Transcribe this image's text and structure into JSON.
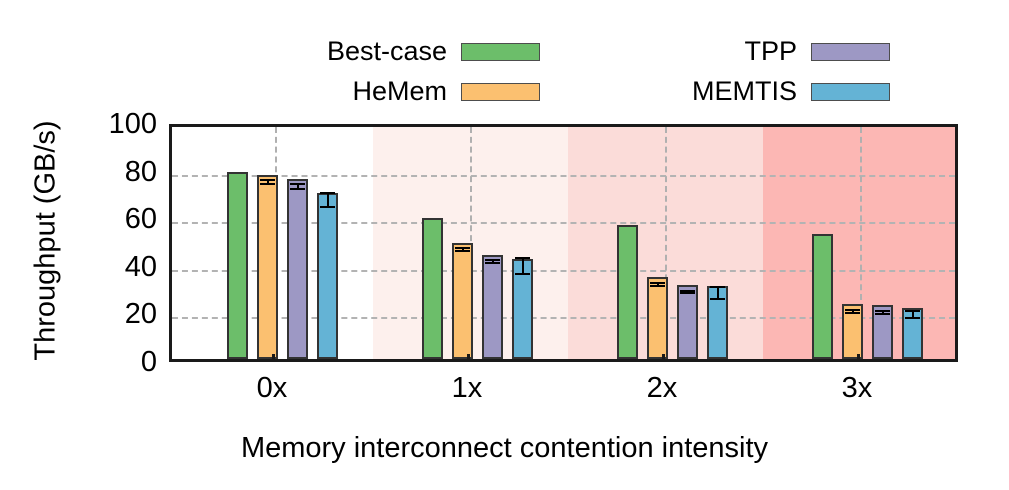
{
  "chart_data": {
    "type": "bar",
    "title": "",
    "xlabel": "Memory interconnect contention intensity",
    "ylabel": "Throughput (GB/s)",
    "categories": [
      "0x",
      "1x",
      "2x",
      "3x"
    ],
    "ylim": [
      0,
      100
    ],
    "yticks": [
      0,
      20,
      40,
      60,
      80,
      100
    ],
    "grid": true,
    "legend_position": "above-plot",
    "series": [
      {
        "name": "Best-case",
        "color": "#6cbe6a",
        "values": [
          78.5,
          59.2,
          56.3,
          52.5
        ],
        "errors": [
          0,
          0,
          0,
          0
        ]
      },
      {
        "name": "HeMem",
        "color": "#fbc070",
        "values": [
          77.2,
          48.9,
          34.4,
          23.0
        ],
        "errors": [
          0.8,
          0.6,
          0.6,
          0.7
        ]
      },
      {
        "name": "TPP",
        "color": "#9d98c4",
        "values": [
          75.5,
          43.9,
          31.2,
          22.6
        ],
        "errors": [
          1.0,
          0.6,
          0.5,
          0.6
        ]
      },
      {
        "name": "MEMTIS",
        "color": "#64b3d5",
        "values": [
          69.8,
          42.0,
          30.6,
          21.6
        ],
        "errors": [
          3.0,
          3.2,
          2.6,
          1.4
        ]
      }
    ],
    "background_bands": [
      {
        "label": "0x",
        "color": "#ffffff"
      },
      {
        "label": "1x",
        "color": "#fdf0ed"
      },
      {
        "label": "2x",
        "color": "#fbdcd9"
      },
      {
        "label": "3x",
        "color": "#fcb7b4"
      }
    ]
  },
  "legend": {
    "items": [
      {
        "label": "Best-case",
        "color": "#6cbe6a"
      },
      {
        "label": "HeMem",
        "color": "#fbc070"
      },
      {
        "label": "TPP",
        "color": "#9d98c4"
      },
      {
        "label": "MEMTIS",
        "color": "#64b3d5"
      }
    ]
  },
  "axes": {
    "y_tick_labels": [
      "100",
      "80",
      "60",
      "40",
      "20",
      "0"
    ],
    "x_tick_labels": [
      "0x",
      "1x",
      "2x",
      "3x"
    ],
    "y_axis_title": "Throughput (GB/s)",
    "x_axis_title": "Memory interconnect contention intensity"
  }
}
